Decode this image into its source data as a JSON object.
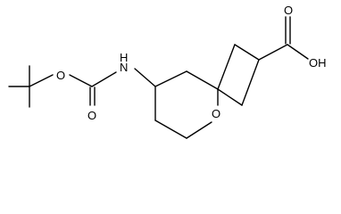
{
  "molecule": {
    "atoms": {
      "oxygen_ester1": "O",
      "oxygen_carbonyl": "O",
      "nitrogen_amine": "N",
      "hydrogen_amine": "H",
      "oxygen_ring": "O",
      "oxygen_acid": "O",
      "hydroxyl": "OH"
    }
  },
  "colors": {
    "bond": "#000000",
    "text": "#000000",
    "background": "#ffffff"
  }
}
